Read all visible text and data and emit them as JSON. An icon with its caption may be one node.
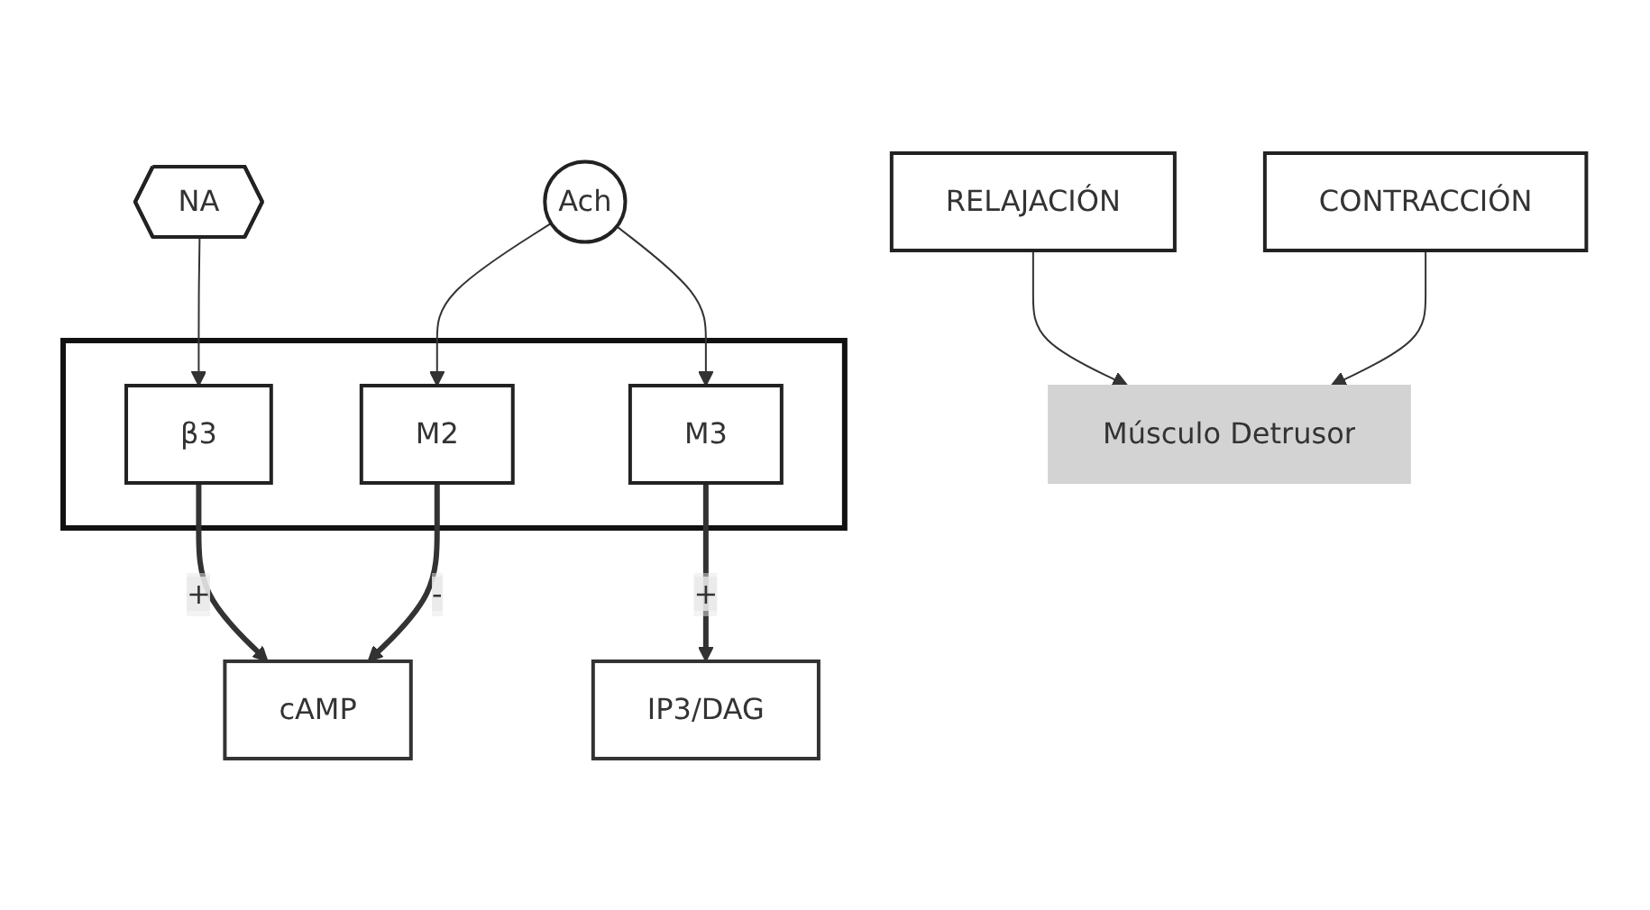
{
  "diagram": {
    "nodes": [
      {
        "text": [
          "NA"
        ]
      },
      {
        "text": [
          "Ach"
        ]
      },
      {
        "text": [],
        "shape": "bar"
      },
      {
        "text": [
          "β3"
        ],
        "in": 2
      },
      {
        "text": [
          "M2"
        ],
        "in": 2
      },
      {
        "text": [
          "M3"
        ],
        "in": 2
      },
      {
        "text": [
          "cAMP"
        ]
      },
      {
        "text": [
          "IP3/DAG"
        ]
      },
      {
        "text": [
          "RELAJACIÓN"
        ]
      },
      {
        "text": [
          "CONTRACCIÓN"
        ]
      },
      {
        "text": [
          "Músculo Detrusor"
        ]
      }
    ],
    "edges": [
      {
        "from": 0,
        "to": 3,
        "arrow": "to"
      },
      {
        "from": 1,
        "to": 4,
        "arrow": "to"
      },
      {
        "from": 1,
        "to": 5,
        "arrow": "to"
      },
      {
        "from": 3,
        "to": 6,
        "label": "+",
        "arrow": "to",
        "style": "thick"
      },
      {
        "from": 4,
        "to": 6,
        "label": "-",
        "arrow": "to",
        "style": "thick"
      },
      {
        "from": 5,
        "to": 7,
        "label": "+",
        "arrow": "to",
        "style": "thick"
      },
      {
        "from": 8,
        "to": 10,
        "arrow": "to"
      },
      {
        "from": 9,
        "to": 10,
        "arrow": "to"
      }
    ]
  }
}
